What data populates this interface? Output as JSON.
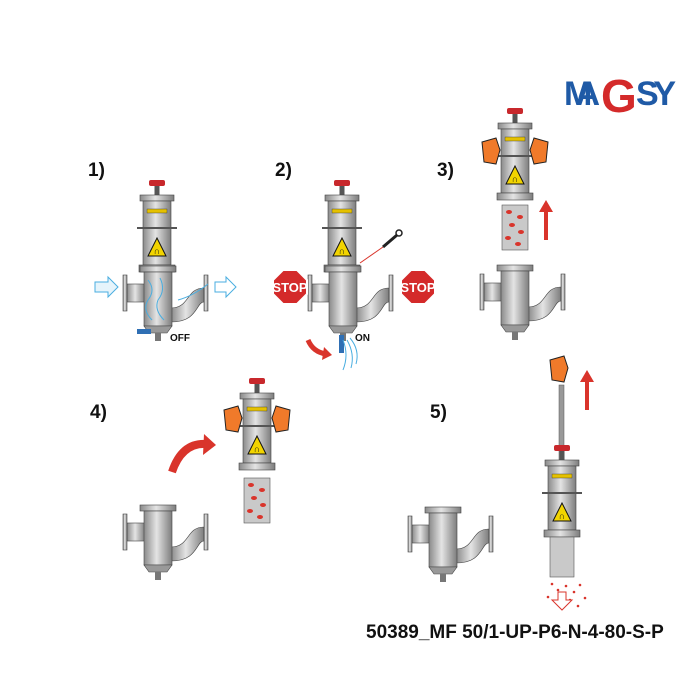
{
  "logo": {
    "text": "MAGSY",
    "colors": {
      "letters": "#1f5aa6",
      "g": "#d42a2a"
    }
  },
  "steps": [
    {
      "label": "1)",
      "valve_state": "OFF"
    },
    {
      "label": "2)",
      "valve_state": "ON",
      "signs": [
        "STOP",
        "STOP"
      ],
      "icon": "wrench-icon"
    },
    {
      "label": "3)"
    },
    {
      "label": "4)"
    },
    {
      "label": "5)"
    }
  ],
  "product_code": "50389_MF 50/1-UP-P6-N-4-80-S-P",
  "colors": {
    "steel": "#b9b9b9",
    "handle": "#c8282c",
    "arrow": "#d9342b",
    "flow": "#4aaee0",
    "glove": "#f07a2a"
  }
}
